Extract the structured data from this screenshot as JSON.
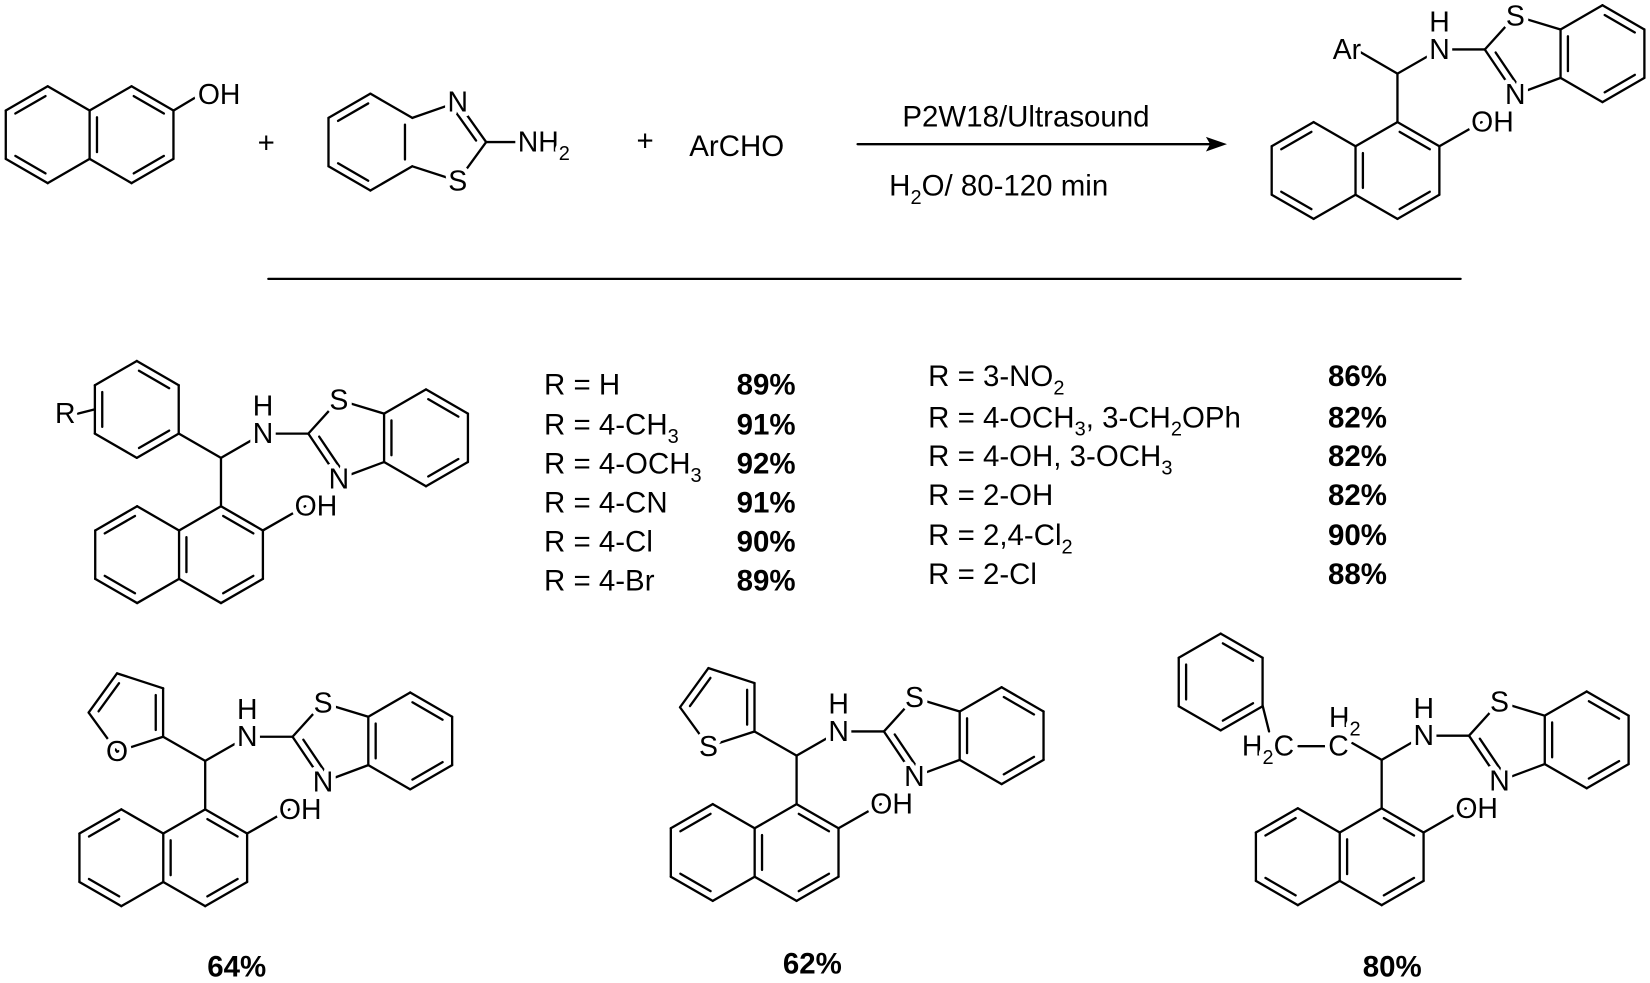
{
  "reaction": {
    "plus": "+",
    "aldehyde": "ArCHO",
    "conditions_top": "P2W18/Ultrasound",
    "conditions_bottom": [
      {
        "t": "H"
      },
      {
        "t": "2",
        "sub": true
      },
      {
        "t": "O/ 80-120 min"
      }
    ]
  },
  "atoms": {
    "OH": [
      {
        "t": "OH"
      }
    ],
    "N": [
      {
        "t": "N"
      }
    ],
    "S": [
      {
        "t": "S"
      }
    ],
    "O": [
      {
        "t": "O"
      }
    ],
    "H": [
      {
        "t": "H"
      }
    ],
    "Ar": [
      {
        "t": "Ar"
      }
    ],
    "R": [
      {
        "t": "R"
      }
    ],
    "C": [
      {
        "t": "C"
      }
    ],
    "H2": [
      {
        "t": "H"
      },
      {
        "t": "2",
        "sub": true
      }
    ],
    "H2C": [
      {
        "t": "H"
      },
      {
        "t": "2",
        "sub": true
      },
      {
        "t": "C"
      }
    ],
    "NH2": [
      {
        "t": "NH"
      },
      {
        "t": "2",
        "sub": true
      }
    ]
  },
  "table_left": [
    {
      "r": [
        {
          "t": "R = H"
        }
      ],
      "yield": "89%"
    },
    {
      "r": [
        {
          "t": "R = 4-CH"
        },
        {
          "t": "3",
          "sub": true
        }
      ],
      "yield": "91%"
    },
    {
      "r": [
        {
          "t": "R = 4-OCH"
        },
        {
          "t": "3",
          "sub": true
        }
      ],
      "yield": "92%"
    },
    {
      "r": [
        {
          "t": "R = 4-CN"
        }
      ],
      "yield": "91%"
    },
    {
      "r": [
        {
          "t": "R = 4-Cl"
        }
      ],
      "yield": "90%"
    },
    {
      "r": [
        {
          "t": "R = 4-Br"
        }
      ],
      "yield": "89%"
    }
  ],
  "table_right": [
    {
      "r": [
        {
          "t": "R = 3-NO"
        },
        {
          "t": "2",
          "sub": true
        }
      ],
      "yield": "86%"
    },
    {
      "r": [
        {
          "t": "R = 4-OCH"
        },
        {
          "t": "3",
          "sub": true
        },
        {
          "t": ", 3-CH"
        },
        {
          "t": "2",
          "sub": true
        },
        {
          "t": "OPh"
        }
      ],
      "yield": "82%"
    },
    {
      "r": [
        {
          "t": "R = 4-OH, 3-OCH"
        },
        {
          "t": "3",
          "sub": true
        }
      ],
      "yield": "82%"
    },
    {
      "r": [
        {
          "t": "R = 2-OH"
        }
      ],
      "yield": "82%"
    },
    {
      "r": [
        {
          "t": "R = 2,4-Cl"
        },
        {
          "t": "2",
          "sub": true
        }
      ],
      "yield": "90%"
    },
    {
      "r": [
        {
          "t": "R = 2-Cl"
        }
      ],
      "yield": "88%"
    }
  ],
  "products": {
    "furyl_yield": "64%",
    "thienyl_yield": "62%",
    "phenethyl_yield": "80%"
  }
}
